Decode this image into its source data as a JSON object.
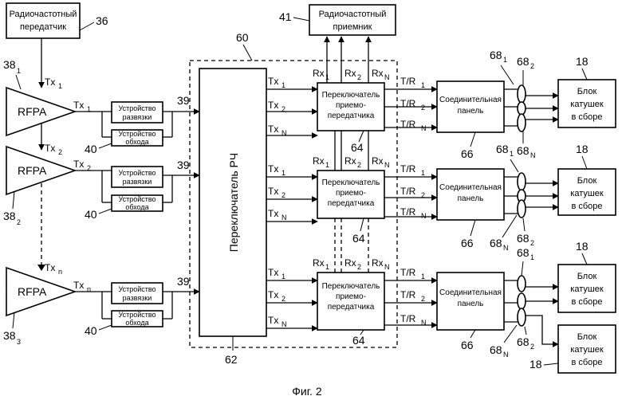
{
  "labels": {
    "transmitter": [
      "Радиочастотный",
      "передатчик"
    ],
    "receiver": [
      "Радиочастотный",
      "приемник"
    ],
    "rfpa": "RFPA",
    "isolator": [
      "Устройство",
      "развязки"
    ],
    "bypass": [
      "Устройство",
      "обхода"
    ],
    "rf_switch": "Переключатель РЧ",
    "trsw": [
      "Переключатель",
      "приемо-",
      "передатчика"
    ],
    "panel": [
      "Соединительная",
      "панель"
    ],
    "coil": [
      "Блок",
      "катушек",
      "в сборе"
    ],
    "caption": "Фиг. 2"
  },
  "refs": {
    "r36": "36",
    "r41": "41",
    "r60": "60",
    "r62": "62",
    "r39": "39",
    "r40": "40",
    "r64": "64",
    "r66": "66",
    "r18": "18",
    "r38": "38",
    "sub1": "1",
    "sub2": "2",
    "sub3": "3",
    "r68": "68",
    "subN": "N"
  },
  "signals": {
    "tx": "Tx",
    "rx": "Rx",
    "tr": "T/R",
    "s1": "1",
    "s2": "2",
    "sN": "N",
    "sn": "n"
  }
}
